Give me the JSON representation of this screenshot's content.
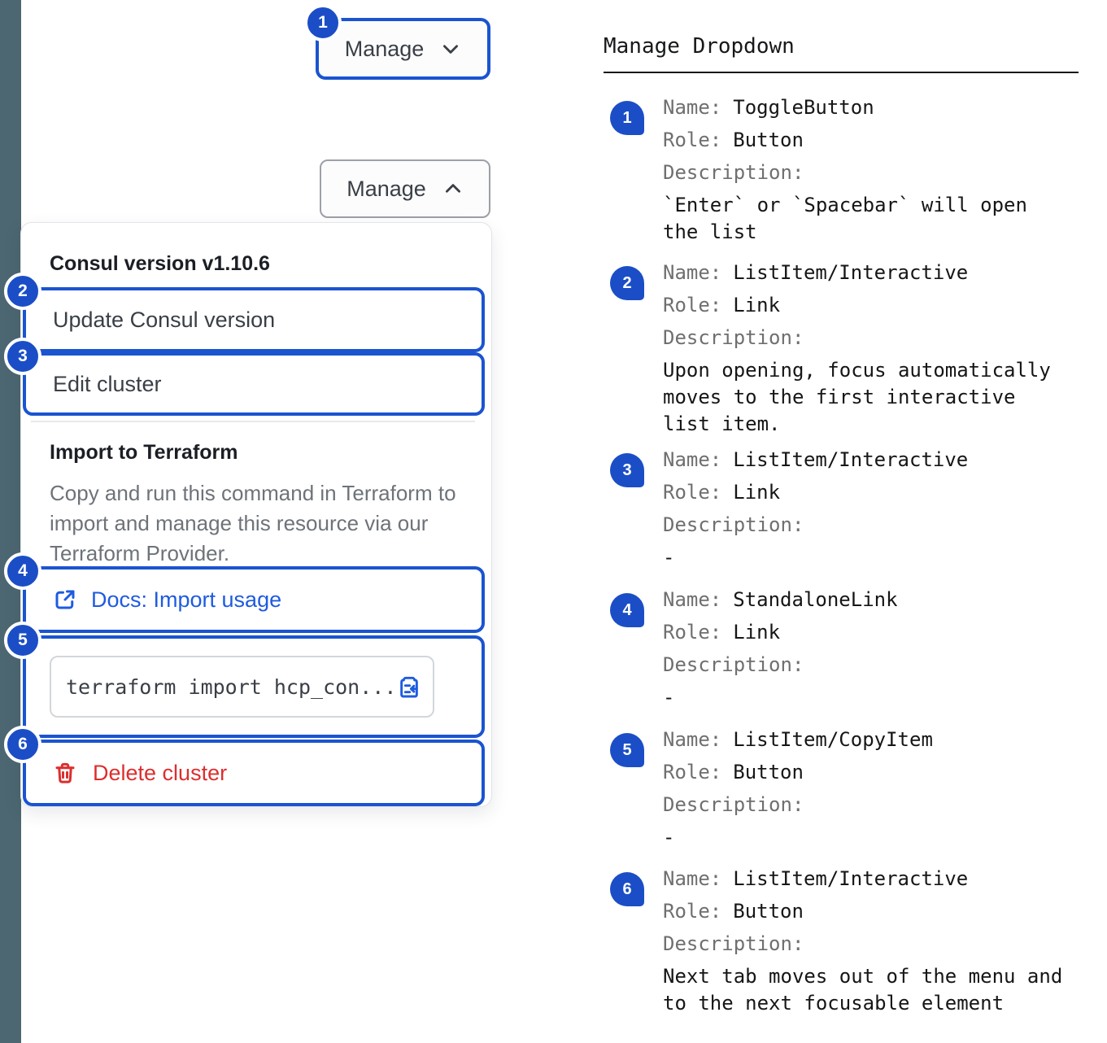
{
  "colors": {
    "accent_blue": "#1b54d0",
    "badge_blue": "#1b4ec6",
    "link_blue": "#1e5be0",
    "danger_red": "#dc2e2e",
    "side_strip": "#4c6771"
  },
  "toggle_button": {
    "label": "Manage"
  },
  "toggle_button_open": {
    "label": "Manage"
  },
  "dropdown": {
    "version_label": "Consul version v1.10.6",
    "update_label": "Update Consul version",
    "edit_label": "Edit cluster",
    "import_section": {
      "title": "Import to Terraform",
      "description": "Copy and run this command in Terraform to import and manage this resource via our Terraform Provider.",
      "docs_link_label": "Docs: Import usage",
      "code": "terraform import hcp_con..."
    },
    "delete_label": "Delete cluster"
  },
  "legend": {
    "title": "Manage Dropdown",
    "name_label": "Name:",
    "role_label": "Role:",
    "description_label": "Description:",
    "items": [
      {
        "num": "1",
        "name": "ToggleButton",
        "role": "Button",
        "description": "`Enter` or `Spacebar` will open the list"
      },
      {
        "num": "2",
        "name": "ListItem/Interactive",
        "role": "Link",
        "description": "Upon opening, focus automatically moves to the first interactive list item."
      },
      {
        "num": "3",
        "name": "ListItem/Interactive",
        "role": "Link",
        "description": "-"
      },
      {
        "num": "4",
        "name": "StandaloneLink",
        "role": "Link",
        "description": "-"
      },
      {
        "num": "5",
        "name": "ListItem/CopyItem",
        "role": "Button",
        "description": "-"
      },
      {
        "num": "6",
        "name": "ListItem/Interactive",
        "role": "Button",
        "description": "Next tab moves out of the menu and to the next focusable element"
      }
    ]
  }
}
